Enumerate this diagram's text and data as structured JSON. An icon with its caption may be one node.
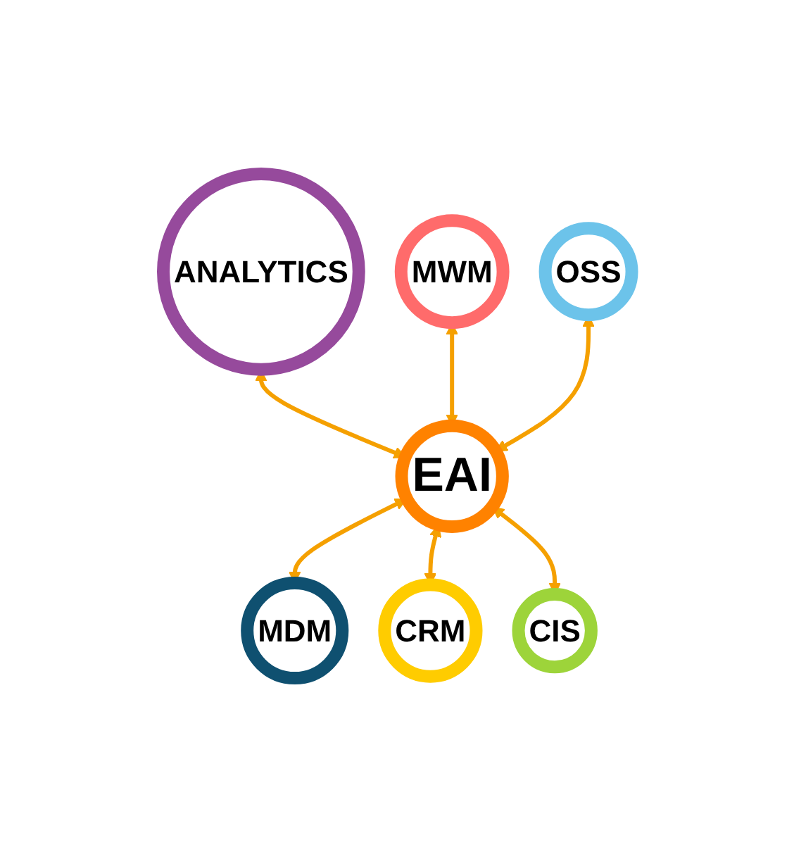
{
  "diagram": {
    "nodes": [
      {
        "text": [
          "ANALYTICS"
        ]
      },
      {
        "text": [
          "MWM"
        ]
      },
      {
        "text": [
          "OSS"
        ]
      },
      {
        "text": [
          "EAI"
        ]
      },
      {
        "text": [
          "MDM"
        ]
      },
      {
        "text": [
          "CRM"
        ]
      },
      {
        "text": [
          "CIS"
        ]
      }
    ],
    "edges": [
      {
        "from": 3,
        "to": 0,
        "arrow": "both"
      },
      {
        "from": 3,
        "to": 1,
        "arrow": "both"
      },
      {
        "from": 3,
        "to": 2,
        "arrow": "both"
      },
      {
        "from": 3,
        "to": 4,
        "arrow": "both"
      },
      {
        "from": 3,
        "to": 5,
        "arrow": "both"
      },
      {
        "from": 3,
        "to": 6,
        "arrow": "both"
      }
    ]
  }
}
